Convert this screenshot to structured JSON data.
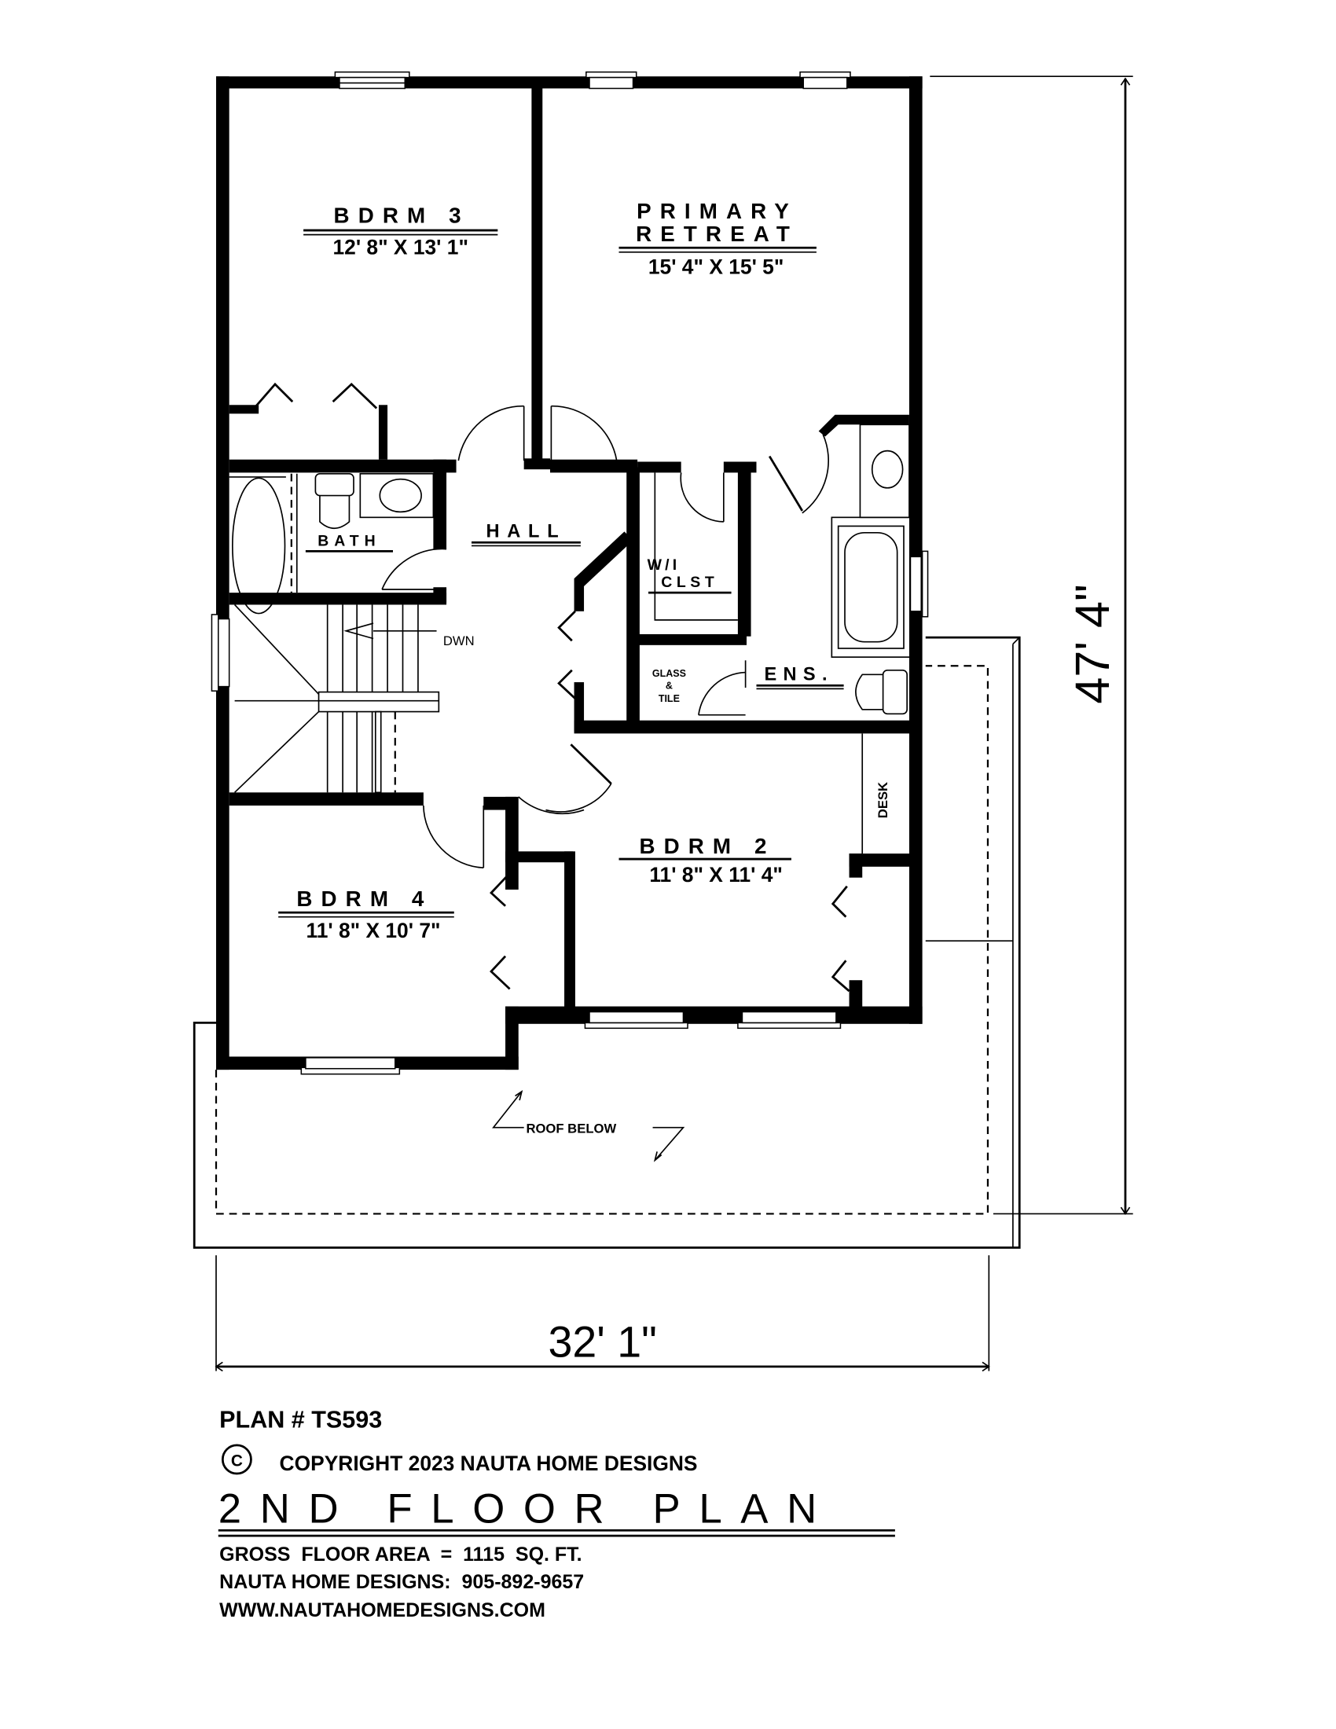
{
  "rooms": {
    "bdrm3": {
      "name": "BDRM 3",
      "size": "12' 8\" X 13' 1\""
    },
    "primary": {
      "name_line1": "PRIMARY",
      "name_line2": "RETREAT",
      "size": "15' 4\" X 15' 5\""
    },
    "bath": {
      "name": "BATH"
    },
    "hall": {
      "name": "HALL"
    },
    "wic": {
      "name_line1": "W/I",
      "name_line2": "CLST"
    },
    "ensuite": {
      "name": "ENS."
    },
    "glass_tile": {
      "line1": "GLASS",
      "line2": "&",
      "line3": "TILE"
    },
    "stairs": {
      "label": "DWN"
    },
    "bdrm2": {
      "name": "BDRM 2",
      "size": "11' 8\" X 11' 4\"",
      "desk": "DESK"
    },
    "bdrm4": {
      "name": "BDRM 4",
      "size": "11' 8\" X 10' 7\""
    },
    "roof": {
      "label": "ROOF BELOW"
    }
  },
  "dimensions": {
    "depth": "47' 4\"",
    "width": "32' 1\""
  },
  "title_block": {
    "plan_number": "PLAN # TS593",
    "copyright_symbol": "C",
    "copyright": "COPYRIGHT 2023 NAUTA HOME DESIGNS",
    "title": "2ND FLOOR PLAN",
    "gross_area": "GROSS  FLOOR AREA  =  1115  SQ. FT.",
    "phone": "NAUTA HOME DESIGNS:  905-892-9657",
    "website": "WWW.NAUTAHOMEDESIGNS.COM"
  },
  "colors": {
    "ink": "#000000",
    "paper": "#ffffff"
  }
}
